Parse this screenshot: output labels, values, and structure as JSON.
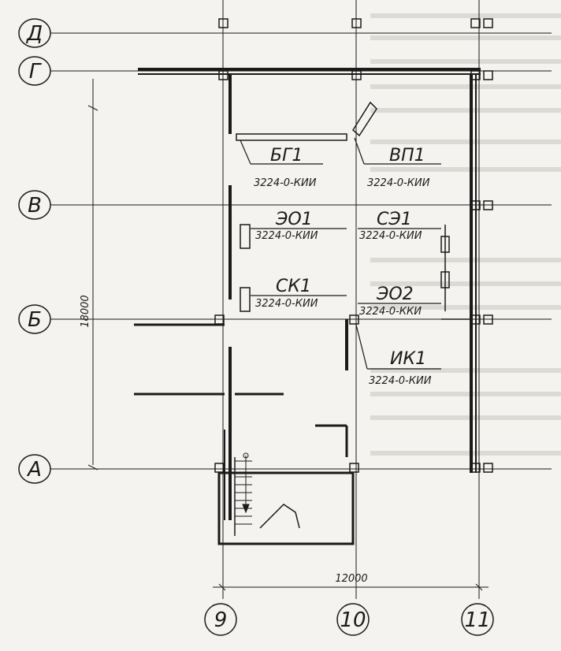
{
  "axes": {
    "rows": [
      {
        "id": "row-d",
        "label": "Д"
      },
      {
        "id": "row-g",
        "label": "Г"
      },
      {
        "id": "row-v",
        "label": "В"
      },
      {
        "id": "row-b",
        "label": "Б"
      },
      {
        "id": "row-a",
        "label": "А"
      }
    ],
    "columns": [
      {
        "id": "col-9",
        "label": "9"
      },
      {
        "id": "col-10",
        "label": "10"
      },
      {
        "id": "col-11",
        "label": "11"
      }
    ]
  },
  "dimensions": {
    "vertical": "18000",
    "horizontal": "12000"
  },
  "marks": [
    {
      "id": "bg1",
      "name": "БГ1",
      "code": "3224-0-КИИ"
    },
    {
      "id": "vp1",
      "name": "ВП1",
      "code": "3224-0-КИИ"
    },
    {
      "id": "eo1",
      "name": "ЭО1",
      "code": "3224-0-КИИ"
    },
    {
      "id": "se1",
      "name": "СЭ1",
      "code": "3224-0-КИИ"
    },
    {
      "id": "sk1",
      "name": "СК1",
      "code": "3224-0-КИИ"
    },
    {
      "id": "eo2",
      "name": "ЭО2",
      "code": "3224-0-ККИ"
    },
    {
      "id": "ik1",
      "name": "ИК1",
      "code": "3224-0-КИИ"
    }
  ]
}
